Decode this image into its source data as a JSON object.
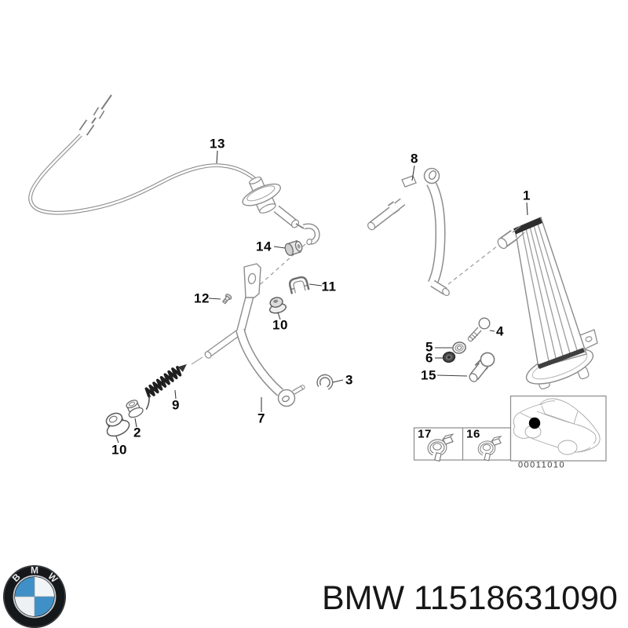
{
  "diagram": {
    "callouts": [
      "1",
      "2",
      "3",
      "4",
      "5",
      "6",
      "7",
      "8",
      "9",
      "10",
      "10",
      "11",
      "12",
      "13",
      "14",
      "15",
      "16",
      "17"
    ],
    "inset_code": "00011010"
  },
  "footer": {
    "brand_text": "BMW 11518631090",
    "logo_letters": [
      "B",
      "M",
      "W"
    ]
  },
  "colors": {
    "line": "#8c8c8c",
    "dark_part": "#2d2d2d",
    "logo_blue": "#3f90c6",
    "label": "#070707"
  }
}
